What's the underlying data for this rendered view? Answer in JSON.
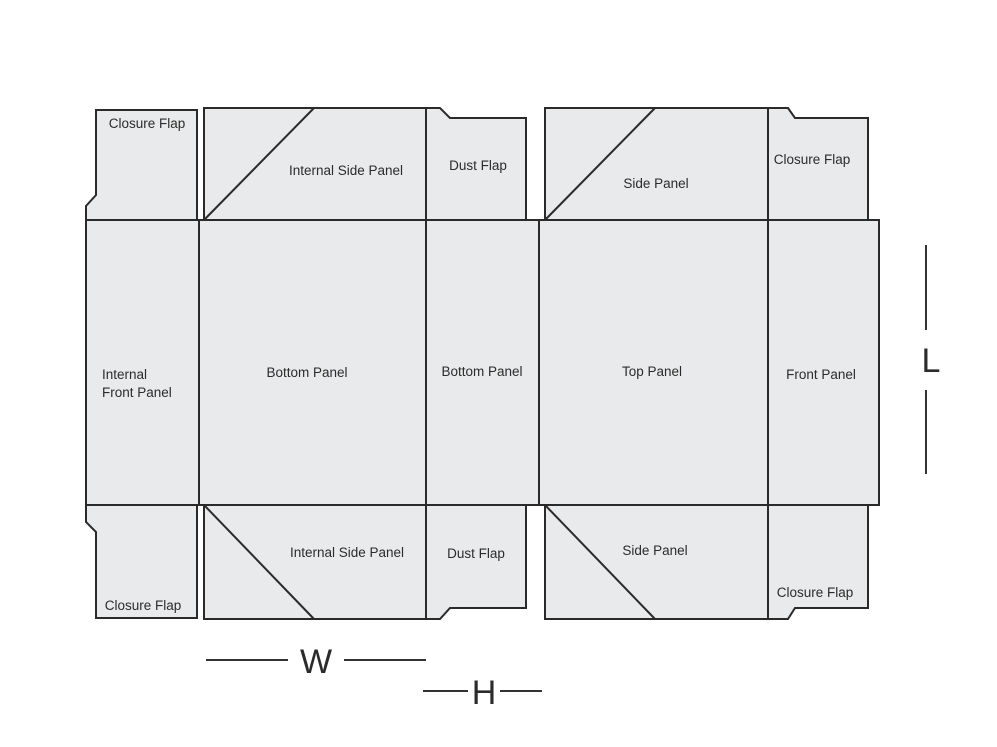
{
  "labels": {
    "closure_flap_tl": "Closure Flap",
    "internal_side_panel_top": "Internal Side Panel",
    "dust_flap_top": "Dust Flap",
    "side_panel_top": "Side Panel",
    "closure_flap_tr": "Closure Flap",
    "internal_front_panel_line1": "Internal",
    "internal_front_panel_line2": "Front Panel",
    "bottom_panel_main": "Bottom Panel",
    "bottom_panel_side": "Bottom Panel",
    "top_panel": "Top Panel",
    "front_panel": "Front Panel",
    "closure_flap_bl": "Closure Flap",
    "internal_side_panel_bottom": "Internal Side Panel",
    "dust_flap_bottom": "Dust Flap",
    "side_panel_bottom": "Side Panel",
    "closure_flap_br": "Closure Flap"
  },
  "dimensions": {
    "width_label": "W",
    "height_label": "H",
    "length_label": "L"
  },
  "colors": {
    "panel_fill": "#e9eaeb",
    "outline": "#2a2a2a"
  }
}
